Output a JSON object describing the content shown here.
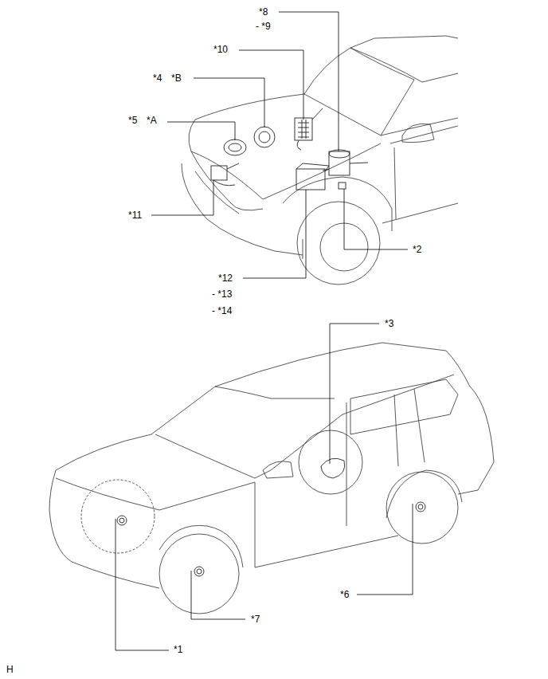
{
  "diagram": {
    "labels": [
      "*8",
      "- *9",
      "*10",
      "*4",
      "*B",
      "*5",
      "*A",
      "*11",
      "*2",
      "*12",
      "- *13",
      "- *14",
      "*3",
      "*6",
      "*7",
      "*1",
      "H"
    ]
  }
}
